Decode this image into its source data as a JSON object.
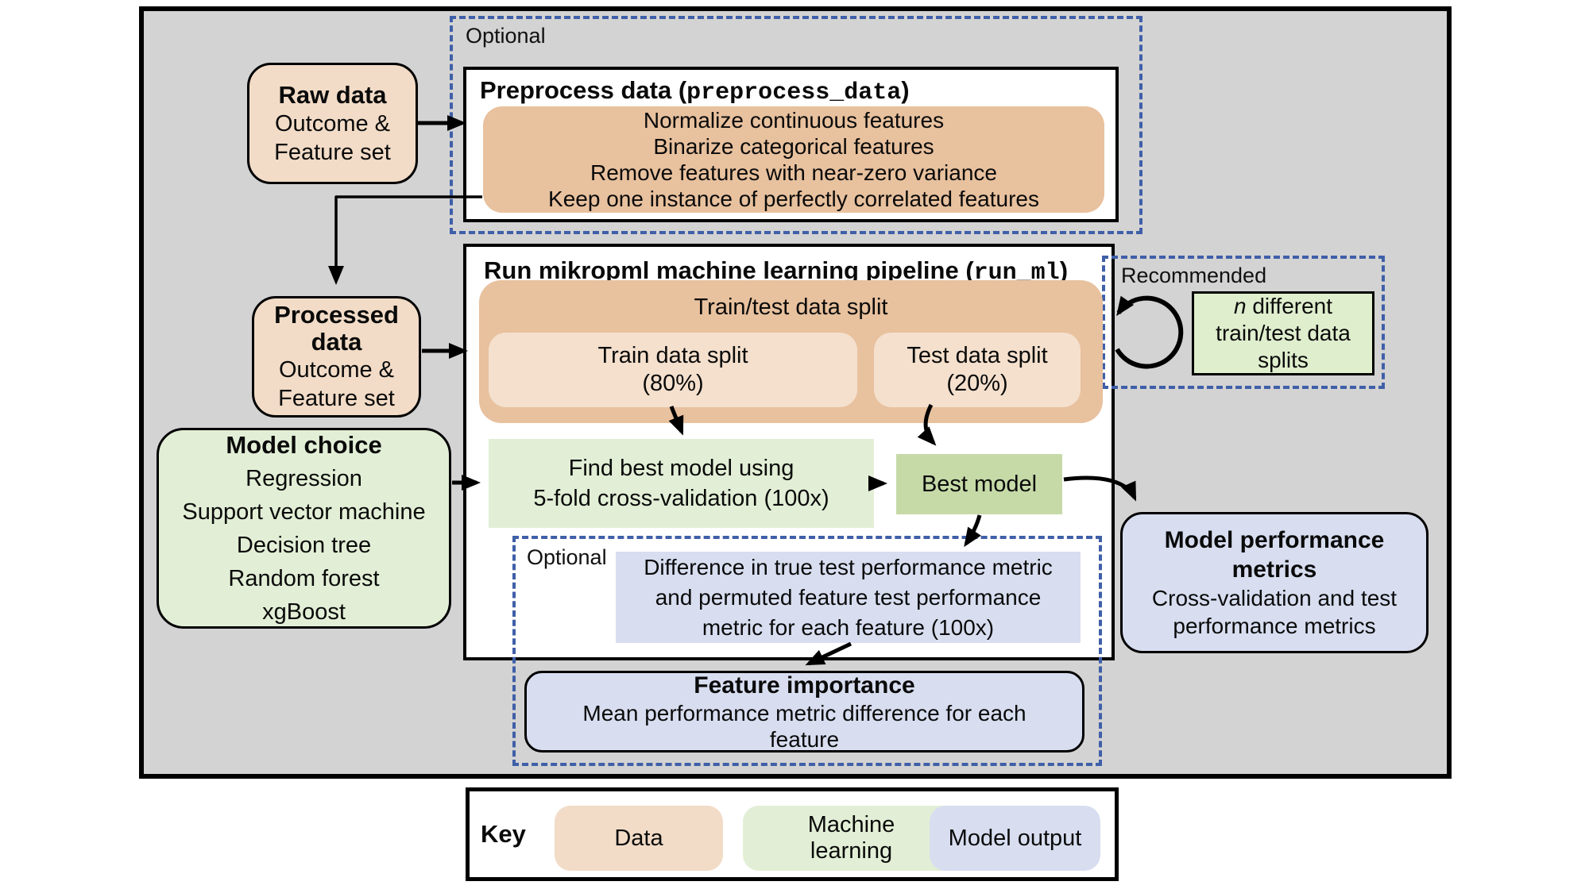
{
  "labels": {
    "optional_top": "Optional",
    "optional_bottom": "Optional",
    "recommended": "Recommended"
  },
  "preprocess": {
    "title_prefix": "Preprocess data (",
    "title_code": "preprocess_data",
    "title_suffix": ")",
    "steps": [
      "Normalize continuous features",
      "Binarize categorical features",
      "Remove features with near-zero variance",
      "Keep one instance of perfectly correlated features"
    ]
  },
  "raw_data": {
    "title": "Raw data",
    "lines": [
      "Outcome &",
      "Feature set"
    ]
  },
  "processed_data": {
    "title_lines": [
      "Processed",
      "data"
    ],
    "lines": [
      "Outcome &",
      "Feature set"
    ]
  },
  "run_ml": {
    "title_prefix": "Run mikropml machine learning pipeline (",
    "title_code": "run_ml",
    "title_suffix": ")"
  },
  "train_test": {
    "title": "Train/test data split",
    "train_lines": [
      "Train data split",
      "(80%)"
    ],
    "test_lines": [
      "Test data split",
      "(20%)"
    ]
  },
  "find_best": {
    "lines": [
      "Find best model using",
      "5-fold cross-validation (100x)"
    ]
  },
  "best_model": {
    "label": "Best model"
  },
  "n_different": {
    "italic": "n",
    "rest": " different",
    "lines": [
      "train/test data",
      "splits"
    ]
  },
  "model_choice": {
    "title": "Model choice",
    "options": [
      "Regression",
      "Support vector machine",
      "Decision tree",
      "Random forest",
      "xgBoost"
    ]
  },
  "difference": {
    "lines": [
      "Difference in true test performance metric",
      "and permuted feature test performance",
      "metric for each feature (100x)"
    ]
  },
  "feature_importance": {
    "title": "Feature importance",
    "lines": [
      "Mean performance metric difference for each",
      "feature"
    ]
  },
  "model_performance": {
    "title_lines": [
      "Model performance",
      "metrics"
    ],
    "lines": [
      "Cross-validation and test",
      "performance metrics"
    ]
  },
  "key": {
    "title": "Key",
    "labels": [
      "Data",
      "Machine learning",
      "Model output"
    ]
  },
  "colors": {
    "background_gray": "#d3d3d3",
    "data_light": "#f2dcc7",
    "data_dark": "#e8c19e",
    "data_sub": "#f4e0cd",
    "machine_learning_light": "#e2efd6",
    "machine_learning_dark": "#c6daa8",
    "model_output": "#d8def0",
    "dotted_border_blue": "#3f5fa8"
  }
}
